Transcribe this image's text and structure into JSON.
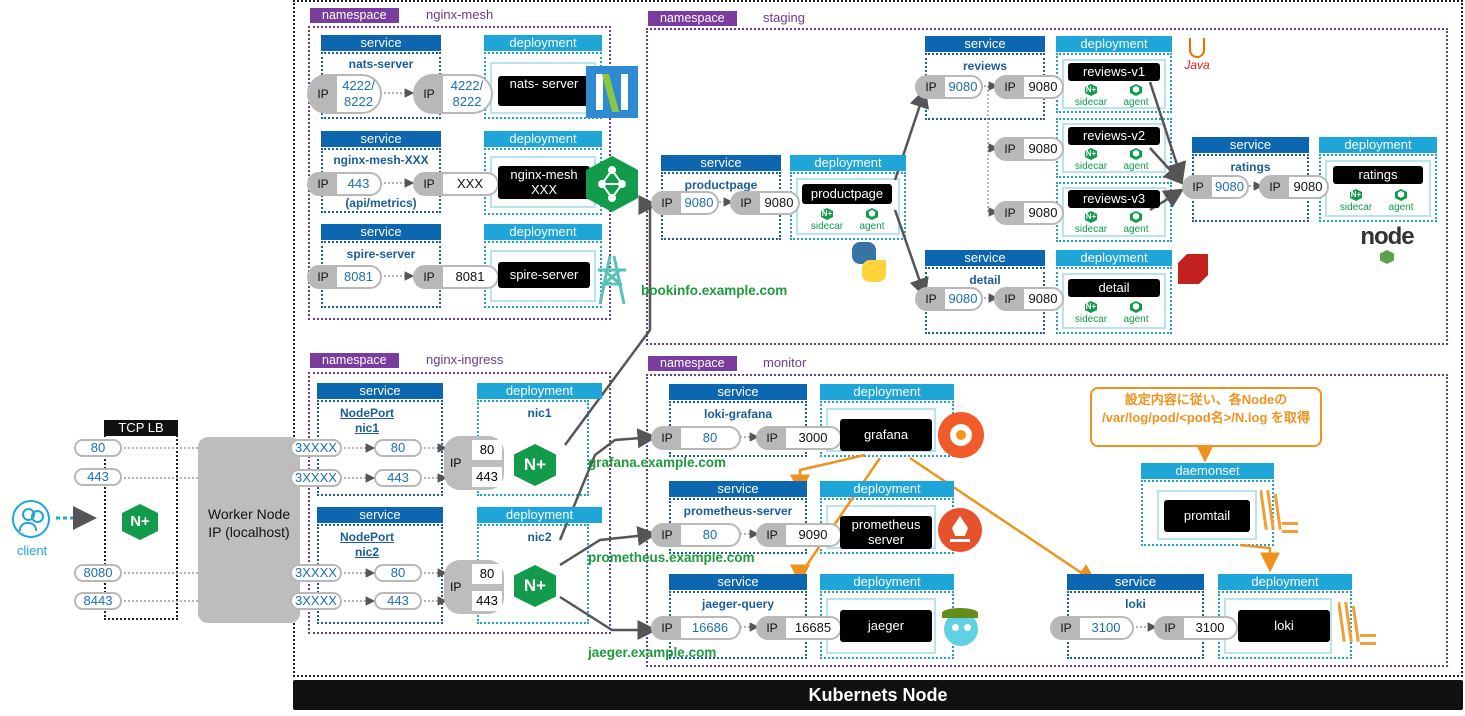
{
  "colors": {
    "namespace": "#7a3c9e",
    "service": "#0d66b0",
    "deployment": "#1ea6d9",
    "host": "#1d9b3c",
    "orange": "#f0921e"
  },
  "node_title": "Kubernets Node",
  "client_label": "client",
  "tcp_lb": {
    "label": "TCP LB",
    "ports": [
      "80",
      "443",
      "8080",
      "8443"
    ]
  },
  "worker": {
    "label": "Worker Node IP (localhost)"
  },
  "common": {
    "ns": "namespace",
    "svc": "service",
    "dep": "deployment",
    "ip": "IP",
    "sidecar": "sidecar",
    "agent": "agent",
    "xxxx": "3XXXX"
  },
  "nginx_mesh": {
    "name": "nginx-mesh",
    "nats": {
      "svc": "nats-server",
      "port": "4222/ 8222",
      "pod": "nats- server"
    },
    "mesh": {
      "svc": "nginx-mesh-XXX",
      "port": "443",
      "sub": "(api/metrics)",
      "pport": "XXX",
      "pod": "nginx-mesh XXX"
    },
    "spire": {
      "svc": "spire-server",
      "port": "8081",
      "pod": "spire-server"
    }
  },
  "nginx_ingress": {
    "name": "nginx-ingress",
    "nic1": {
      "svc": "NodePort nic1",
      "dep": "nic1",
      "p1": "80",
      "p2": "443"
    },
    "nic2": {
      "svc": "NodePort nic2",
      "dep": "nic2",
      "p1": "80",
      "p2": "443"
    }
  },
  "staging": {
    "name": "staging",
    "productpage": {
      "svc": "productpage",
      "port": "9080",
      "pod": "productpage"
    },
    "reviews": {
      "svc": "reviews",
      "port": "9080",
      "v1": "reviews-v1",
      "v2": "reviews-v2",
      "v3": "reviews-v3"
    },
    "detail": {
      "svc": "detail",
      "port": "9080",
      "pod": "detail"
    },
    "ratings": {
      "svc": "ratings",
      "port": "9080",
      "pod": "ratings"
    }
  },
  "monitor": {
    "name": "monitor",
    "grafana": {
      "svc": "loki-grafana",
      "port": "80",
      "pport": "3000",
      "pod": "grafana"
    },
    "prom": {
      "svc": "prometheus-server",
      "port": "80",
      "pport": "9090",
      "pod": "prometheus server"
    },
    "jaeger": {
      "svc": "jaeger-query",
      "port": "16686",
      "pport": "16685",
      "pod": "jaeger"
    },
    "loki": {
      "svc": "loki",
      "port": "3100",
      "pport": "3100",
      "pod": "loki"
    },
    "promtail": {
      "tag": "daemonset",
      "pod": "promtail"
    },
    "callout": "設定内容に従い、各Nodeの /var/log/pod/<pod名>/N.log を取得"
  },
  "hosts": {
    "bookinfo": "bookinfo.example.com",
    "grafana": "grafana.example.com",
    "prometheus": "prometheus.example.com",
    "jaeger": "jaeger.example.com"
  },
  "icon_names": [
    "nats-logo",
    "nginx-mesh-logo",
    "spire-logo",
    "java-logo",
    "python-logo",
    "ruby-logo",
    "nodejs-logo",
    "grafana-logo",
    "prometheus-logo",
    "jaeger-logo",
    "loki-logo",
    "nginx-logo"
  ],
  "icon_text": {
    "java": "Java",
    "node": "node",
    "nplus": "N+"
  }
}
